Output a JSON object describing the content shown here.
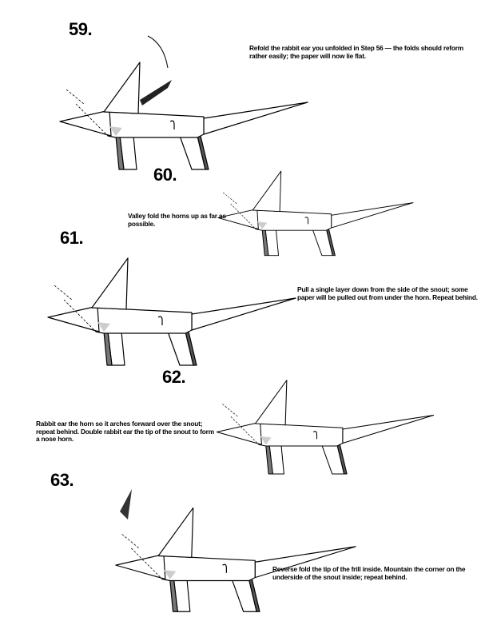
{
  "steps": [
    {
      "number": "59.",
      "text": "Refold the rabbit ear you unfolded in Step 56 — the folds should reform rather easily; the paper will now lie flat."
    },
    {
      "number": "60.",
      "text": "Valley fold the horns up as far as possible."
    },
    {
      "number": "61.",
      "text": "Pull a single layer down from the side of the snout; some paper will be pulled out from under the horn. Repeat behind."
    },
    {
      "number": "62.",
      "text": "Rabbit ear the horn so it arches forward over the snout; repeat behind. Double rabbit ear the tip of the snout to form a nose horn."
    },
    {
      "number": "63.",
      "text": "Reverse fold the tip of the frill inside. Mountain the corner on the underside of the snout inside; repeat behind."
    }
  ]
}
